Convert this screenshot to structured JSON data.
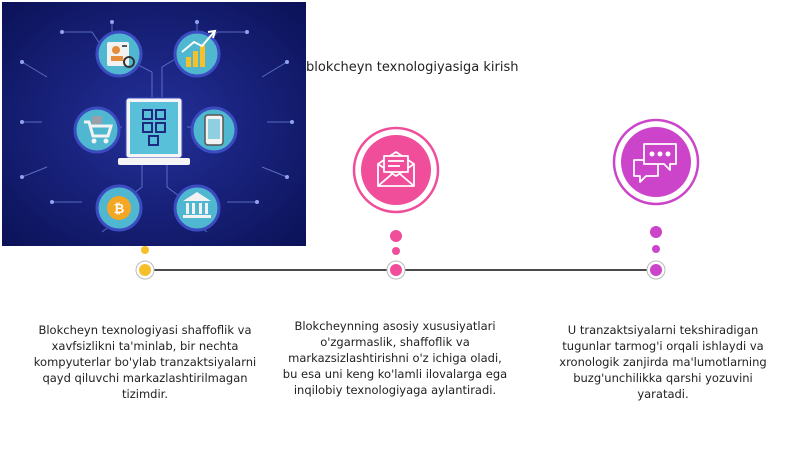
{
  "slide": {
    "title": "blokcheyn texnologiyasiga kirish"
  },
  "colors": {
    "hero_bg": "#0d1560",
    "hero_bg_center": "#24309a",
    "circuit_line": "#6f86d8",
    "node_border": "#3b4cc0",
    "node_fill": "#4fb7d0",
    "timeline_line": "#111111",
    "yellow": "#f5c02a",
    "pink": "#f04e9a",
    "magenta": "#cc44c9",
    "icon_stroke": "#ffffff"
  },
  "icons": {
    "hero_center": "laptop-blockchain-cubes-icon",
    "hero_nodes": [
      "id-card-icon",
      "growth-chart-icon",
      "smartphone-icon",
      "bank-icon",
      "bitcoin-icon",
      "shopping-cart-icon"
    ],
    "stage_2": "envelope-mail-icon",
    "stage_3": "chat-bubbles-icon"
  },
  "stages": [
    {
      "dot_color": "yellow",
      "description": "Blokcheyn texnologiyasi shaffoflik va xavfsizlikni ta'minlab, bir nechta kompyuterlar bo'ylab tranzaktsiyalarni qayd qiluvchi markazlashtirilmagan tizimdir."
    },
    {
      "dot_color": "pink",
      "description": "Blokcheynning asosiy xususiyatlari o'zgarmaslik, shaffoflik va markazsizlashtirishni o'z ichiga oladi, bu esa uni keng ko'lamli ilovalarga ega inqilobiy texnologiyaga aylantiradi."
    },
    {
      "dot_color": "magenta",
      "description": "U tranzaktsiyalarni tekshiradigan tugunlar tarmog'i orqali ishlaydi va xronologik zanjirda ma'lumotlarning buzg'unchilikka qarshi yozuvini yaratadi."
    }
  ]
}
